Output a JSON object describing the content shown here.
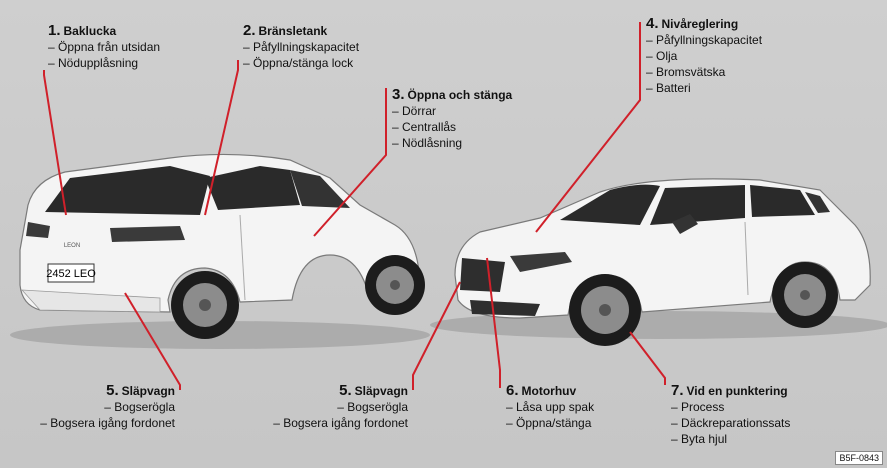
{
  "callouts": [
    {
      "id": "baklucka",
      "number": "1.",
      "title": "Baklucka",
      "items": [
        "– Öppna från utsidan",
        "– Nödupplåsning"
      ]
    },
    {
      "id": "bransletank",
      "number": "2.",
      "title": "Bränsletank",
      "items": [
        "– Påfyllningskapacitet",
        "– Öppna/stänga lock"
      ]
    },
    {
      "id": "oppna-stanga",
      "number": "3.",
      "title": "Öppna och stänga",
      "items": [
        "– Dörrar",
        "– Centrallås",
        "– Nödlåsning"
      ]
    },
    {
      "id": "nivareglering",
      "number": "4.",
      "title": "Nivåreglering",
      "items": [
        "– Påfyllningskapacitet",
        "– Olja",
        "– Bromsvätska",
        "– Batteri"
      ]
    },
    {
      "id": "slapvagn-left",
      "number": "5.",
      "title": "Släpvagn",
      "items": [
        "– Bogserögla",
        "– Bogsera igång fordonet"
      ]
    },
    {
      "id": "slapvagn-center",
      "number": "5.",
      "title": "Släpvagn",
      "items": [
        "– Bogserögla",
        "– Bogsera igång fordonet"
      ]
    },
    {
      "id": "motorhuv",
      "number": "6.",
      "title": "Motorhuv",
      "items": [
        "– Låsa upp spak",
        "– Öppna/stänga"
      ]
    },
    {
      "id": "punktering",
      "number": "7.",
      "title": "Vid en punktering",
      "items": [
        "– Process",
        "– Däckreparationssats",
        "– Byta hjul"
      ]
    }
  ],
  "rear_car": {
    "plate": "2452 LEO",
    "badge": "LEON"
  },
  "figure_code": "B5F-0843",
  "colors": {
    "leader": "#d0202a",
    "car_body": "#f2f2f2",
    "glass": "#2b2b2b",
    "tire": "#1c1c1c"
  }
}
